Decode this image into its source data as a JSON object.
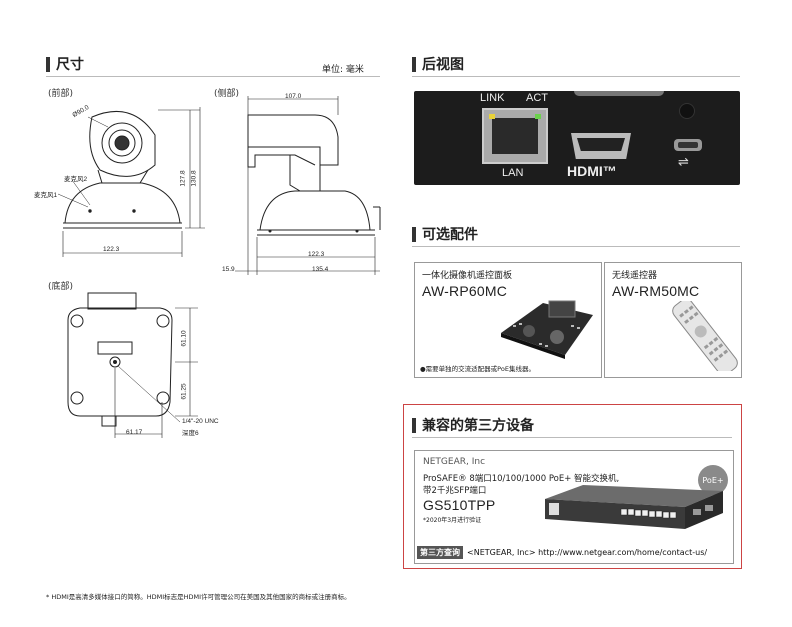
{
  "dimensions": {
    "title": "尺寸",
    "unit": "单位: 毫米",
    "front_label": "(前部)",
    "side_label": "(侧部)",
    "bottom_label": "(底部)",
    "mic2": "麦克风2",
    "mic1": "麦克风1",
    "front_width": "122.3",
    "front_height_a": "127.8",
    "front_height_b": "130.8",
    "lens_dia": "Ø90.0",
    "side_top": "107.0",
    "side_base": "122.3",
    "side_total": "135.4",
    "side_offset": "15.9",
    "bottom_v1": "61.10",
    "bottom_v2": "61.25",
    "bottom_h": "61.17",
    "screw": "1/4\"-20 UNC",
    "screw_depth": "深度6"
  },
  "rear": {
    "title": "后视图",
    "link": "LINK",
    "act": "ACT",
    "lan": "LAN",
    "hdmi": "HDMI™",
    "usb": "⇌"
  },
  "optional": {
    "title": "可选配件",
    "items": [
      {
        "name": "一体化摄像机遥控面板",
        "model": "AW-RP60MC"
      },
      {
        "name": "无线遥控器",
        "model": "AW-RM50MC"
      }
    ],
    "note": "●需要单独的交流适配器或PoE集线器。"
  },
  "third_party": {
    "title": "兼容的第三方设备",
    "brand": "NETGEAR, Inc",
    "desc1": "ProSAFE® 8端口10/100/1000 PoE+ 智能交换机,",
    "desc2": "带2千兆SFP端口",
    "model": "GS510TPP",
    "verify": "*2020年3月进行验证",
    "badge": "PoE+",
    "inquiry_label": "第三方查询",
    "inquiry_text": "<NETGEAR, Inc> http://www.netgear.com/home/contact-us/"
  },
  "footnote": "* HDMI是高清多媒体接口的简称。HDMI标志是HDMI许可管理公司在美国及其他国家的商标或注册商标。"
}
